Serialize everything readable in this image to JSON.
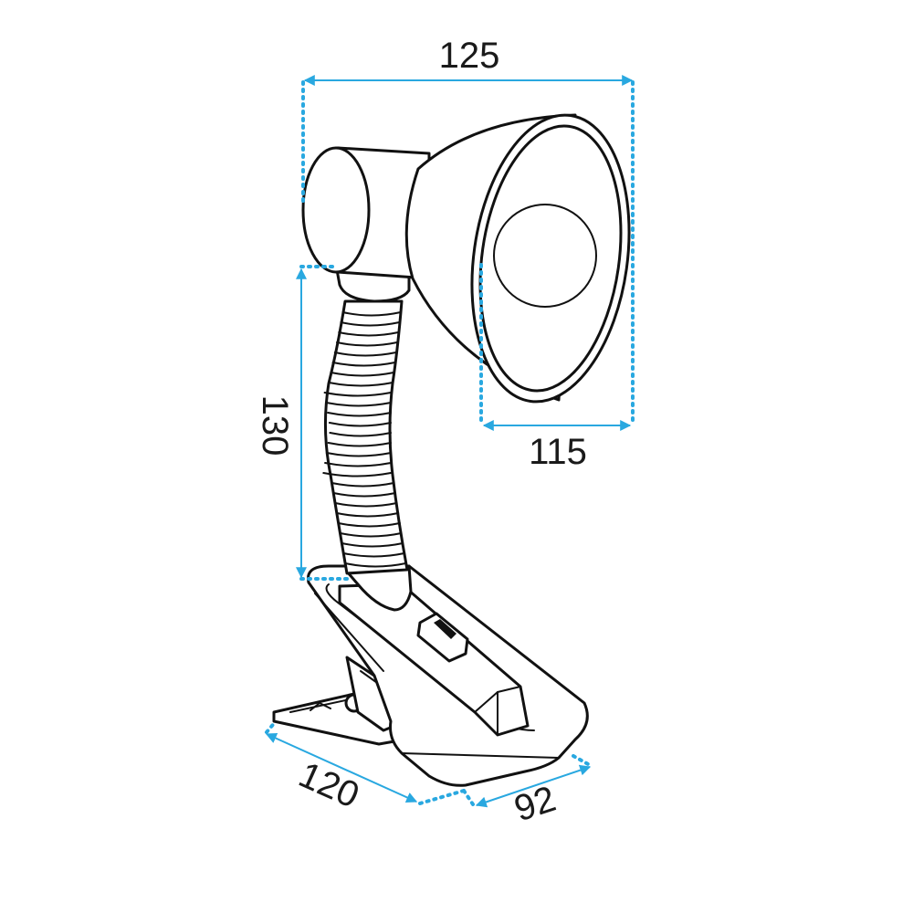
{
  "colors": {
    "dimension": "#29a8e0",
    "outline": "#111111",
    "background": "#ffffff"
  },
  "dimensions": {
    "shade_length": "125",
    "shade_opening": "115",
    "neck_height": "130",
    "base_length": "120",
    "base_width": "92"
  }
}
